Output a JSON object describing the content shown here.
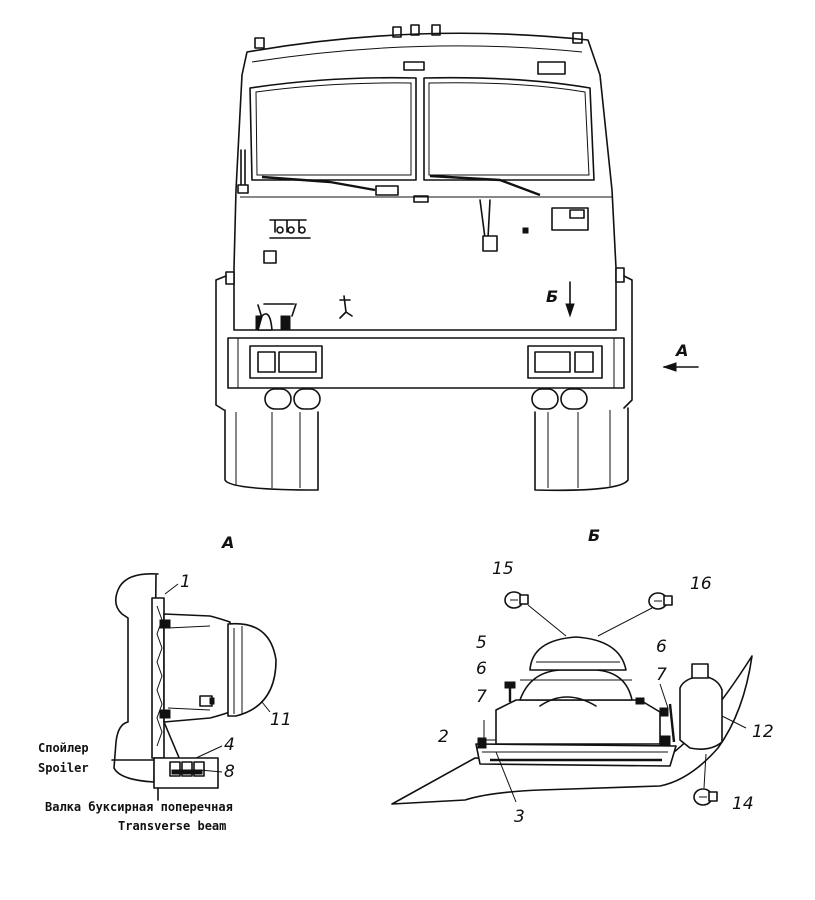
{
  "views": {
    "a_title": "A",
    "b_title": "Б",
    "arrow_a": "A",
    "arrow_b": "Б"
  },
  "detail_a": {
    "callouts": [
      "1",
      "4",
      "8",
      "11"
    ],
    "spoiler_ru": "Спойлер",
    "spoiler_en": "Spoiler",
    "beam_ru": "Валка буксирная поперечная",
    "beam_en": "Transverse beam"
  },
  "detail_b": {
    "callouts": [
      "2",
      "3",
      "5",
      "6",
      "7",
      "6",
      "7",
      "12",
      "14",
      "15",
      "16"
    ]
  }
}
